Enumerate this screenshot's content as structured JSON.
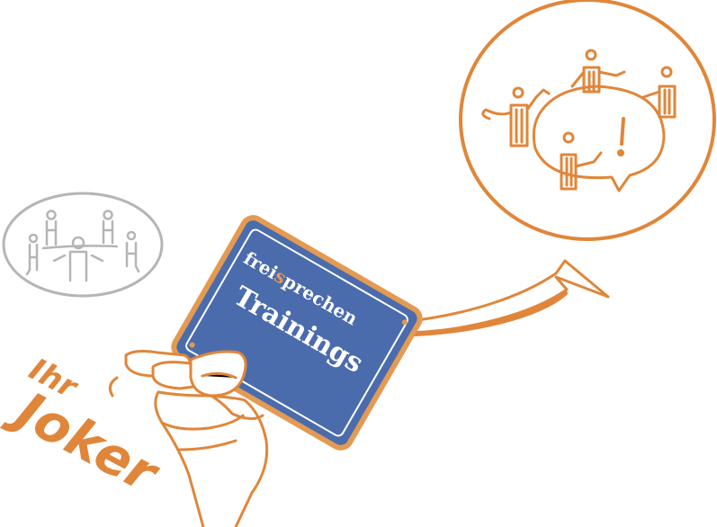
{
  "card": {
    "brand_pre": "frei",
    "brand_mid": "s",
    "brand_post": "prechen",
    "title": "Trainings"
  },
  "tagline": {
    "line1": "Ihr",
    "line2": "Joker"
  },
  "bubble": {
    "exclaim": "!"
  },
  "colors": {
    "orange": "#e0863a",
    "card_blue": "#4a6cad",
    "card_border": "#e39a52",
    "gray": "#b0b0b0"
  },
  "icons": {
    "hand": "hand-holding-card-icon",
    "arrow": "curved-arrow-icon",
    "small_group": "small-meeting-group-icon",
    "large_group": "discussion-group-icon"
  }
}
